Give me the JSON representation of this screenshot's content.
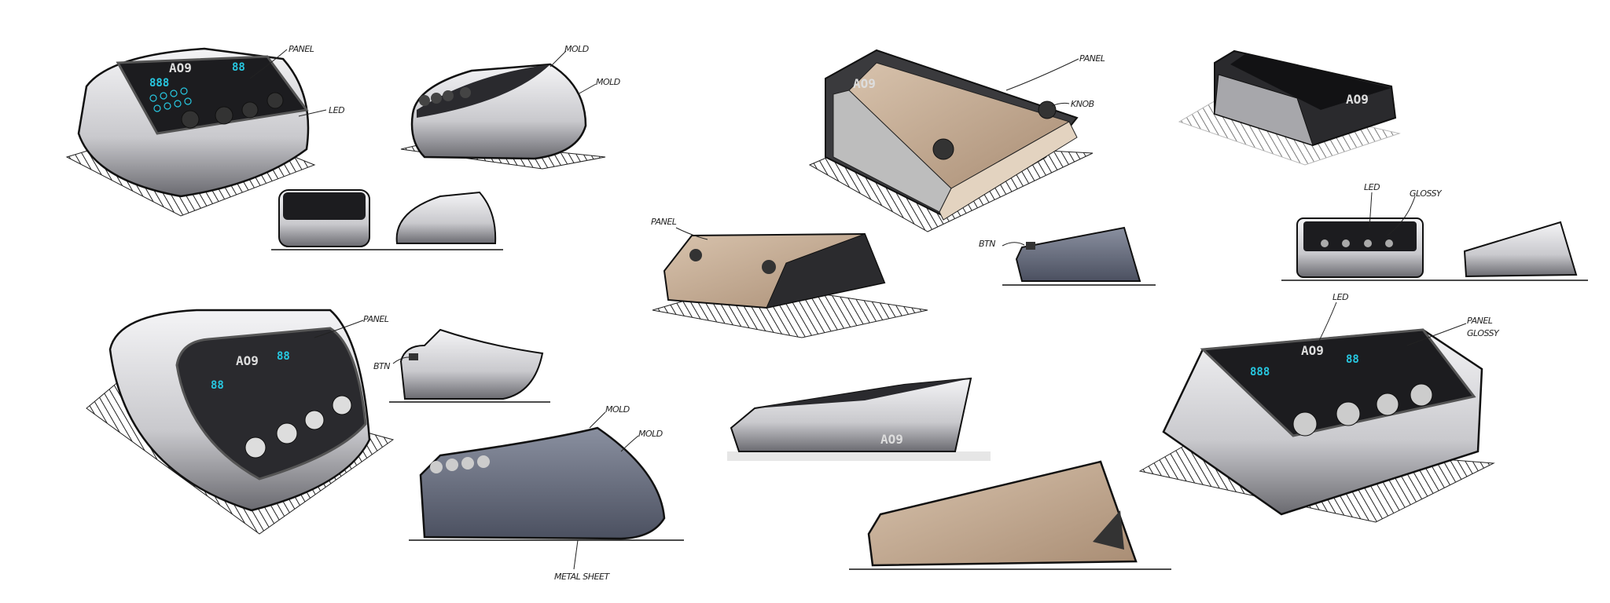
{
  "brand_mark": "AO9",
  "display_digits": "888",
  "display_small": "88",
  "colors": {
    "led_cyan": "#27c7e0",
    "body_grey": "#d9d9dc",
    "panel_black": "#1c1c1f",
    "tan": "#c9b19a",
    "slate": "#5e6373"
  },
  "annotations": {
    "s1_panel": "PANEL",
    "s1_led": "LED",
    "s2_mold_top": "MOLD",
    "s2_mold": "MOLD",
    "s3_panel": "PANEL",
    "s3_knob": "KNOB",
    "s4_panel": "PANEL",
    "s5_btn": "BTN",
    "s6_led": "LED",
    "s6_glossy": "GLOSSY",
    "s7_panel": "PANEL",
    "s8_btn": "BTN",
    "s9_mold_top": "MOLD",
    "s9_mold": "MOLD",
    "s9_metal_sheet": "METAL SHEET",
    "s10_led": "LED",
    "s10_panel": "PANEL",
    "s10_glossy": "GLOSSY"
  }
}
